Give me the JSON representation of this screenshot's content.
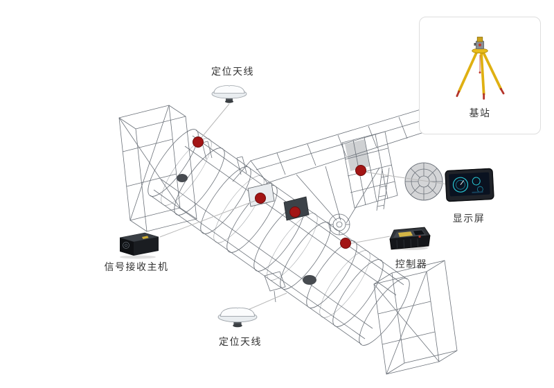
{
  "diagram": {
    "labels": {
      "antenna_top": "定位天线",
      "antenna_bottom": "定位天线",
      "base_station": "基站",
      "display": "显示屏",
      "controller": "控制器",
      "receiver": "信号接收主机"
    },
    "colors": {
      "marker": "#a31515",
      "connector_line": "#b8b8b8",
      "wireframe": "#565d66",
      "label_text": "#333333",
      "card_border": "#dddddd",
      "card_background": "#ffffff",
      "tripod_yellow": "#dfb012",
      "display_accent": "#27c7d4"
    },
    "mount_point_count": 5
  }
}
